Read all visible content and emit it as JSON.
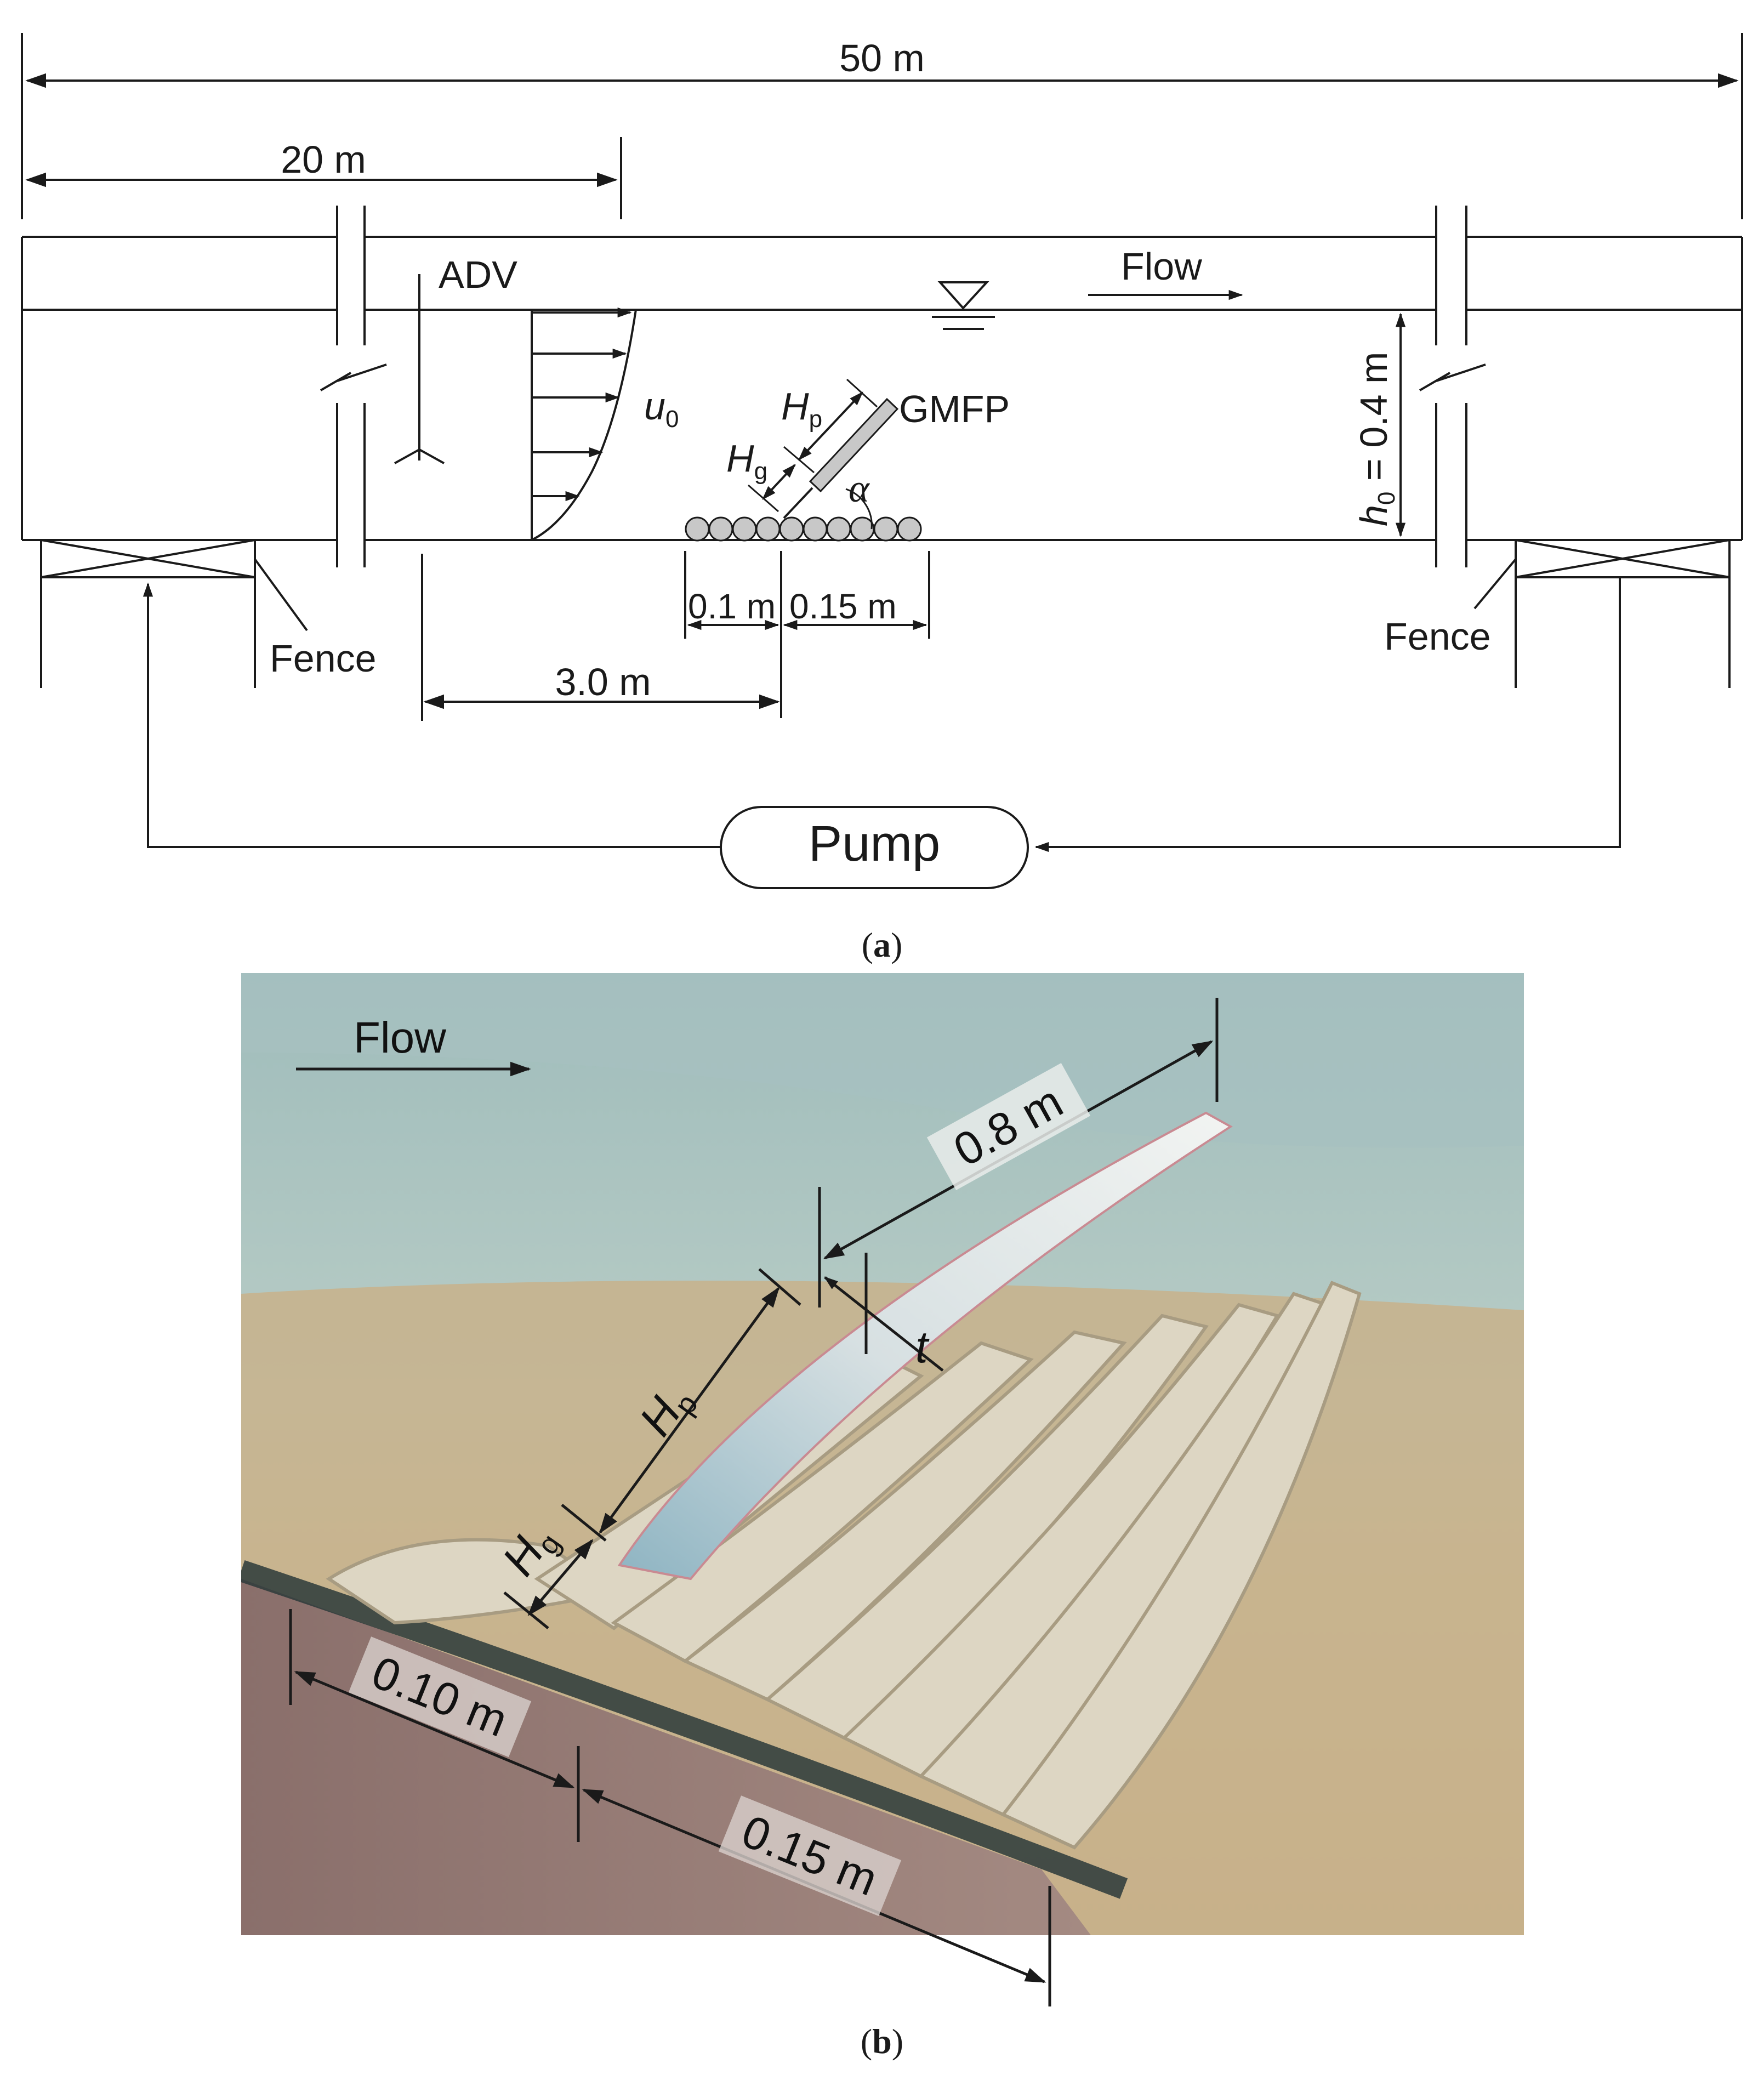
{
  "panel_a": {
    "dims": {
      "total_length": "50 m",
      "upstream_length": "20 m",
      "adv_distance": "3.0 m",
      "upstream_bag": "0.1 m",
      "downstream_bag": "0.15 m"
    },
    "labels": {
      "adv": "ADV",
      "flow": "Flow",
      "gmfp": "GMFP",
      "fence_left": "Fence",
      "fence_right": "Fence",
      "pump": "Pump",
      "velocity_symbol": "u",
      "velocity_sub": "0",
      "hp_symbol": "H",
      "hp_sub": "p",
      "hg_symbol": "H",
      "hg_sub": "g",
      "alpha": "α",
      "depth_symbol": "h",
      "depth_sub": "0",
      "depth_value": " = 0.4 m"
    },
    "caption": {
      "open": "(",
      "letter": "a",
      "close": ")"
    }
  },
  "panel_b": {
    "labels": {
      "flow": "Flow",
      "panel_length": "0.8 m",
      "thickness": "t",
      "hp_symbol": "H",
      "hp_sub": "p",
      "hg_symbol": "H",
      "hg_sub": "g",
      "upstream_bag": "0.10 m",
      "downstream_bag": "0.15 m"
    },
    "caption": {
      "open": "(",
      "letter": "b",
      "close": ")"
    }
  },
  "colors": {
    "line": "#1a1a1a",
    "bag_fill": "#c8c8c8",
    "water_top": "#a9c3c0",
    "sand": "#c7b38e",
    "panel": "#e8ebea"
  }
}
